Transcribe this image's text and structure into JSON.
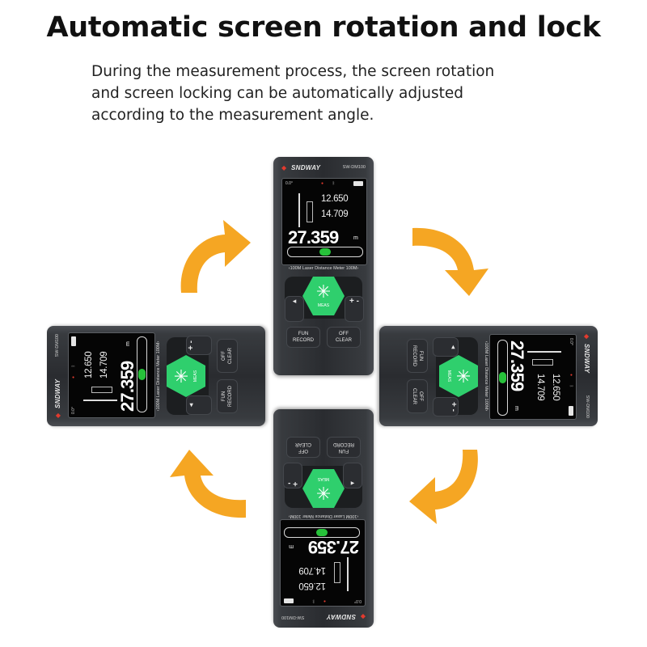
{
  "headline": "Automatic screen rotation and lock",
  "description": [
    "During the measurement process, the screen rotation",
    "and screen locking can be automatically adjusted",
    "according to the measurement angle."
  ],
  "device": {
    "brand": "SNDWAY",
    "model": "SW-DM100",
    "angle": "0.0°",
    "sub_value_1": "12.650",
    "sub_value_2": "14.709",
    "main_value": "27.359",
    "unit": "m",
    "caption": "‹100M Laser Distance Meter 100M›",
    "measure_label": "MEAS",
    "fun_label": "FUN",
    "record_label": "RECORD",
    "off_label": "OFF",
    "clear_label": "CLEAR",
    "plus_minus_label": "+ -"
  },
  "colors": {
    "arrow": "#f5a623",
    "measure_button": "#2fcf6d",
    "device_body": "#2a2c30",
    "screen": "#050505"
  },
  "icons": {
    "rotation_arrow": "curved-arrow-icon",
    "measure": "laser-star-icon",
    "laser": "laser-dot-icon",
    "bluetooth": "bluetooth-icon",
    "battery": "battery-icon"
  }
}
